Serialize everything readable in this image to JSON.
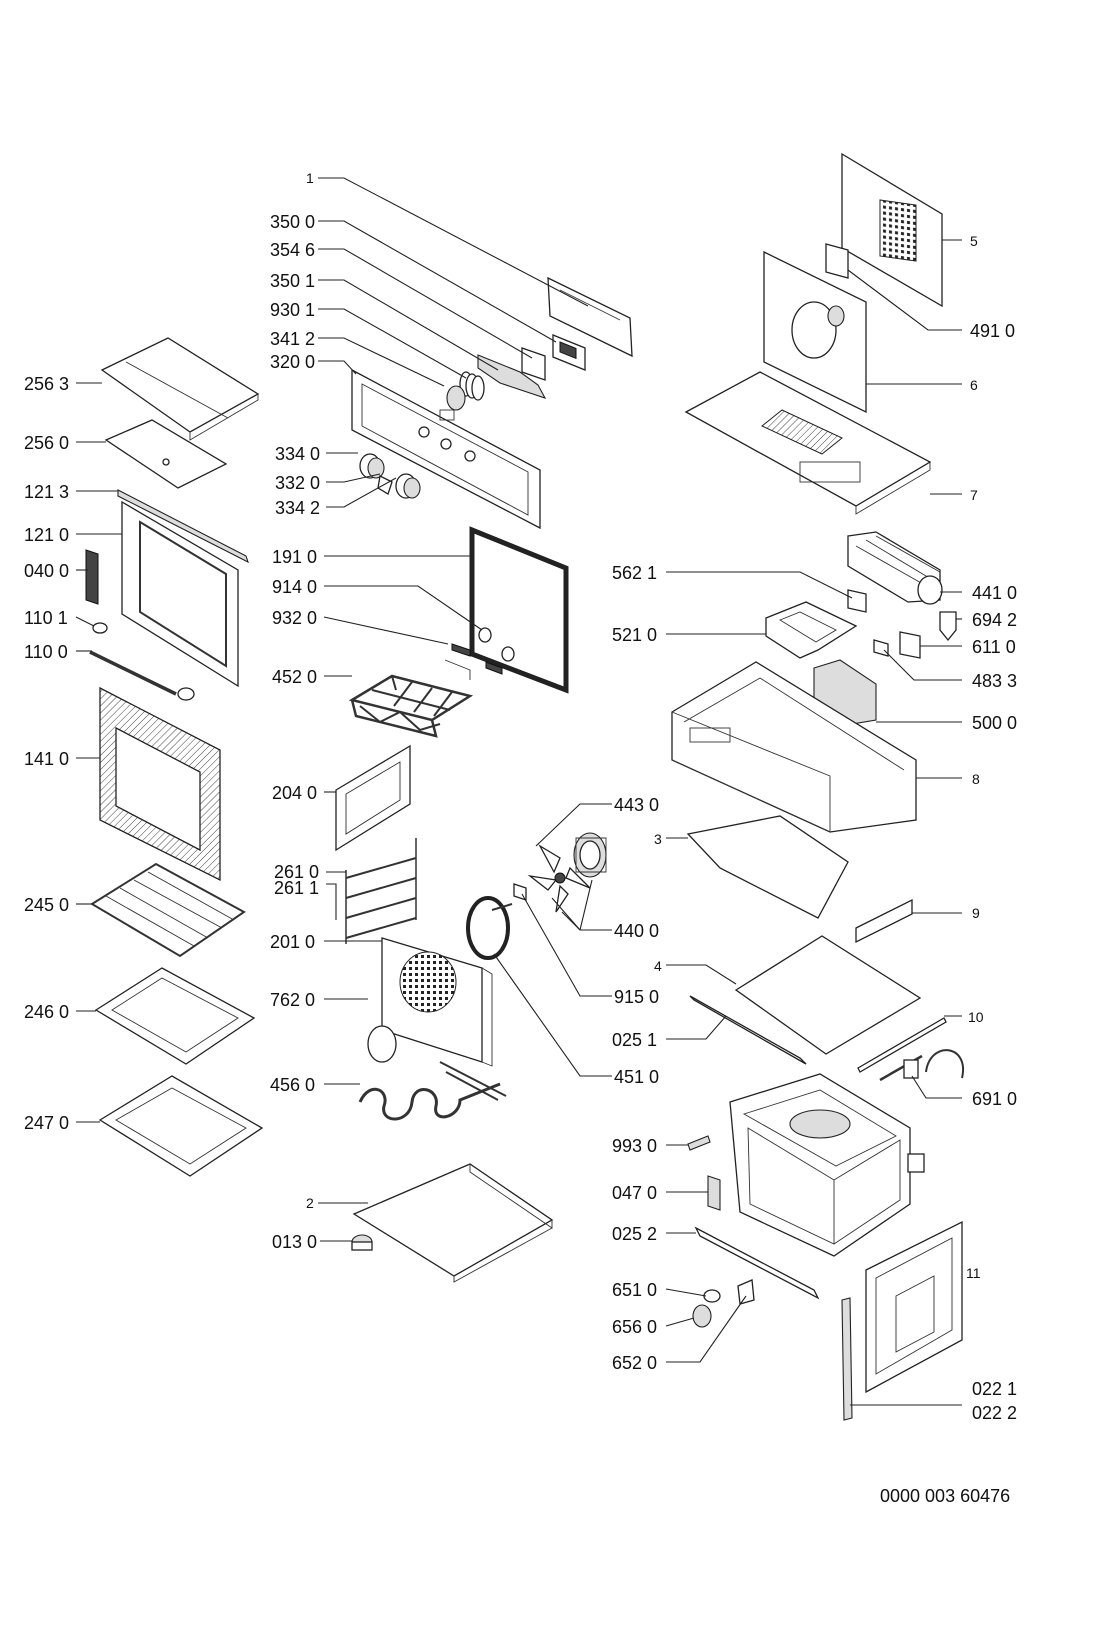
{
  "diagram": {
    "doc_number": "0000 003 60476",
    "callouts": {
      "c1": "1",
      "c350_0": "350 0",
      "c354_6": "354 6",
      "c350_1": "350 1",
      "c930_1": "930 1",
      "c341_2": "341 2",
      "c320_0": "320 0",
      "c334_0": "334 0",
      "c332_0": "332 0",
      "c334_2": "334 2",
      "c191_0": "191 0",
      "c914_0": "914 0",
      "c932_0": "932 0",
      "c452_0": "452 0",
      "c204_0": "204 0",
      "c261_0": "261 0",
      "c261_1": "261 1",
      "c201_0": "201 0",
      "c762_0": "762 0",
      "c456_0": "456 0",
      "c2": "2",
      "c013_0": "013 0",
      "c256_3": "256 3",
      "c256_0": "256 0",
      "c121_3": "121 3",
      "c121_0": "121 0",
      "c040_0": "040 0",
      "c110_1": "110 1",
      "c110_0": "110 0",
      "c141_0": "141 0",
      "c245_0": "245 0",
      "c246_0": "246 0",
      "c247_0": "247 0",
      "c443_0": "443 0",
      "c440_0": "440 0",
      "c915_0": "915 0",
      "c451_0": "451 0",
      "c5": "5",
      "c491_0": "491 0",
      "c6": "6",
      "c7": "7",
      "c562_1": "562 1",
      "c441_0": "441 0",
      "c694_2": "694 2",
      "c521_0": "521 0",
      "c611_0": "611 0",
      "c483_3": "483 3",
      "c500_0": "500 0",
      "c8": "8",
      "c3": "3",
      "c9": "9",
      "c4": "4",
      "c025_1": "025 1",
      "c10": "10",
      "c691_0": "691 0",
      "c993_0": "993 0",
      "c047_0": "047 0",
      "c025_2": "025 2",
      "c651_0": "651 0",
      "c656_0": "656 0",
      "c652_0": "652 0",
      "c11": "11",
      "c022_1": "022 1",
      "c022_2": "022 2"
    }
  }
}
